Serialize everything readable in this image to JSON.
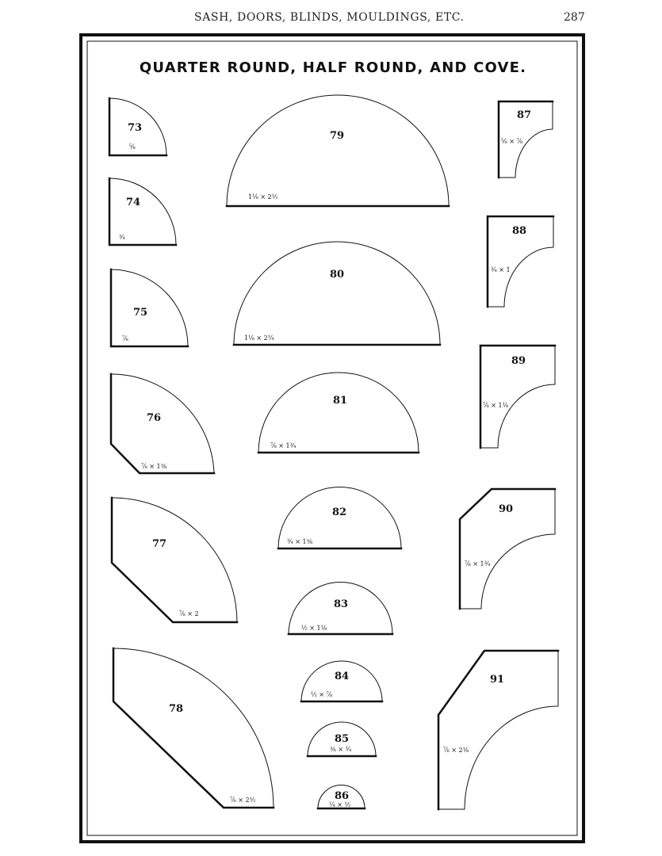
{
  "header": {
    "running_title": "SASH, DOORS, BLINDS, MOULDINGS, ETC.",
    "page_number": "287"
  },
  "plate": {
    "title": "QUARTER ROUND, HALF ROUND, AND COVE."
  },
  "mouldings": {
    "m73": {
      "number": "73",
      "size": "⅝"
    },
    "m74": {
      "number": "74",
      "size": "¾"
    },
    "m75": {
      "number": "75",
      "size": "⅞"
    },
    "m76": {
      "number": "76",
      "size": "⅞ × 1⅜"
    },
    "m77": {
      "number": "77",
      "size": "⅞ × 2"
    },
    "m78": {
      "number": "78",
      "size": "⅞ × 2½"
    },
    "m79": {
      "number": "79",
      "size": "1⅛ × 2½"
    },
    "m80": {
      "number": "80",
      "size": "1⅛ × 2¼"
    },
    "m81": {
      "number": "81",
      "size": "⅞ × 1¾"
    },
    "m82": {
      "number": "82",
      "size": "¾ × 1⅜"
    },
    "m83": {
      "number": "83",
      "size": "½ × 1⅛"
    },
    "m84": {
      "number": "84",
      "size": "½ × ⅞"
    },
    "m85": {
      "number": "85",
      "size": "⅜ × ¾"
    },
    "m86": {
      "number": "86",
      "size": "¼ × ½"
    },
    "m87": {
      "number": "87",
      "size": "⅝ × ⅞"
    },
    "m88": {
      "number": "88",
      "size": "¾ × 1"
    },
    "m89": {
      "number": "89",
      "size": "⅞ × 1⅛"
    },
    "m90": {
      "number": "90",
      "size": "⅞ × 1¾"
    },
    "m91": {
      "number": "91",
      "size": "⅞ × 2⅛"
    }
  }
}
